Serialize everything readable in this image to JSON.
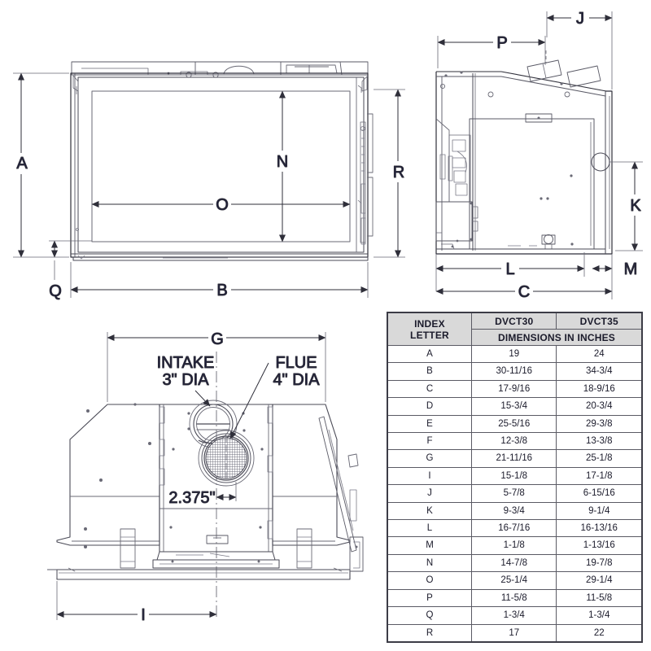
{
  "drawing": {
    "title": "Fireplace Insert Dimensional Drawing",
    "views": {
      "front": {
        "name": "front-elevation-view",
        "labels": {
          "height_overall": "A",
          "width_overall": "B",
          "bottom_offset": "Q",
          "glass_height": "N",
          "glass_width": "O",
          "body_height": "R"
        }
      },
      "side": {
        "name": "side-section-view",
        "labels": {
          "top_depth": "P",
          "top_rear_depth": "J",
          "body_depth": "L",
          "overall_depth": "C",
          "rear_height": "K",
          "flange_depth": "M"
        }
      },
      "top": {
        "name": "top-plan-view",
        "labels": {
          "overall_width": "G",
          "base_width": "I",
          "intake_line1": "INTAKE",
          "intake_line2": "3\" DIA",
          "flue_line1": "FLUE",
          "flue_line2": "4\" DIA",
          "offset_dim": "2.375\""
        }
      }
    }
  },
  "table": {
    "name": "dimensions-table",
    "header": {
      "index_line1": "INDEX",
      "index_line2": "LETTER",
      "model_1": "DVCT30",
      "model_2": "DVCT35",
      "units_span": "DIMENSIONS IN INCHES"
    },
    "rows": [
      {
        "letter": "A",
        "dvct30": "19",
        "dvct35": "24"
      },
      {
        "letter": "B",
        "dvct30": "30-11/16",
        "dvct35": "34-3/4"
      },
      {
        "letter": "C",
        "dvct30": "17-9/16",
        "dvct35": "18-9/16"
      },
      {
        "letter": "D",
        "dvct30": "15-3/4",
        "dvct35": "20-3/4"
      },
      {
        "letter": "E",
        "dvct30": "25-5/16",
        "dvct35": "29-3/8"
      },
      {
        "letter": "F",
        "dvct30": "12-3/8",
        "dvct35": "13-3/8"
      },
      {
        "letter": "G",
        "dvct30": "21-11/16",
        "dvct35": "25-1/8"
      },
      {
        "letter": "I",
        "dvct30": "15-1/8",
        "dvct35": "17-1/8"
      },
      {
        "letter": "J",
        "dvct30": "5-7/8",
        "dvct35": "6-15/16"
      },
      {
        "letter": "K",
        "dvct30": "9-3/4",
        "dvct35": "9-1/4"
      },
      {
        "letter": "L",
        "dvct30": "16-7/16",
        "dvct35": "16-13/16"
      },
      {
        "letter": "M",
        "dvct30": "1-1/8",
        "dvct35": "1-13/16"
      },
      {
        "letter": "N",
        "dvct30": "14-7/8",
        "dvct35": "19-7/8"
      },
      {
        "letter": "O",
        "dvct30": "25-1/4",
        "dvct35": "29-1/4"
      },
      {
        "letter": "P",
        "dvct30": "11-5/8",
        "dvct35": "11-5/8"
      },
      {
        "letter": "Q",
        "dvct30": "1-3/4",
        "dvct35": "1-3/4"
      },
      {
        "letter": "R",
        "dvct30": "17",
        "dvct35": "22"
      }
    ]
  },
  "colors": {
    "line": "#2f2f3a",
    "thin_line": "#6a6a76",
    "dim_text": "#1a1a3a",
    "header_bg": "#d9d9d9",
    "table_border": "#3c3c46"
  }
}
